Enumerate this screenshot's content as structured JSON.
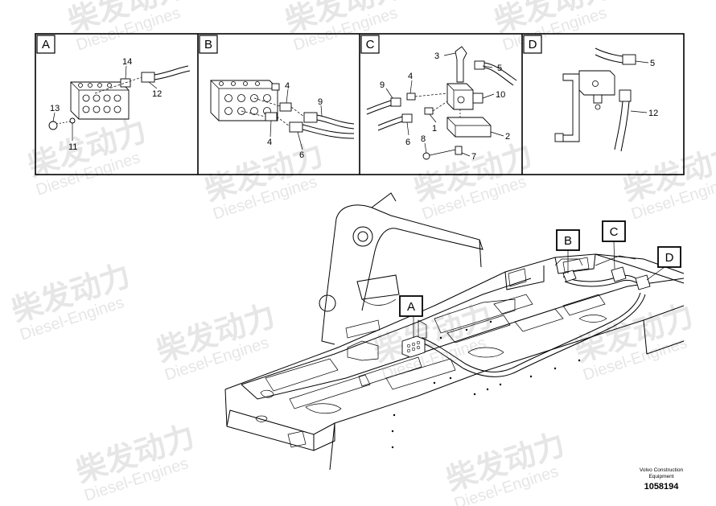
{
  "watermark": {
    "cn": "柴发动力",
    "en": "Diesel-Engines"
  },
  "panels": [
    {
      "letter": "A",
      "callouts": [
        "14",
        "12",
        "13",
        "11"
      ]
    },
    {
      "letter": "B",
      "callouts": [
        "4",
        "9",
        "4",
        "6"
      ]
    },
    {
      "letter": "C",
      "callouts": [
        "3",
        "5",
        "9",
        "4",
        "10",
        "6",
        "1",
        "2",
        "8",
        "7"
      ]
    },
    {
      "letter": "D",
      "callouts": [
        "5",
        "12"
      ]
    }
  ],
  "main_labels": [
    "A",
    "B",
    "C",
    "D"
  ],
  "footer": {
    "brand": "Volvo Construction Equipment",
    "code": "1058194"
  }
}
